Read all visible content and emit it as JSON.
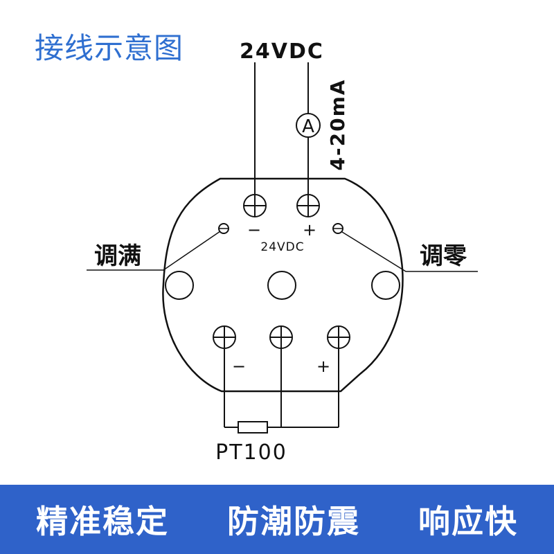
{
  "title": "接线示意图",
  "labels": {
    "supply_top": "24VDC",
    "current_range": "4-20mA",
    "ammeter": "A",
    "minus_top": "−",
    "plus_top": "+",
    "supply_inner": "24VDC",
    "span_adjust": "调满",
    "zero_adjust": "调零",
    "minus_bottom": "−",
    "plus_bottom": "+",
    "sensor": "PT100"
  },
  "banner": {
    "item1": "精准稳定",
    "item2": "防潮防震",
    "item3": "响应快"
  },
  "colors": {
    "title": "#2f6fd0",
    "banner_bg": "#2f62c9",
    "banner_text": "#ffffff",
    "line": "#111111"
  }
}
